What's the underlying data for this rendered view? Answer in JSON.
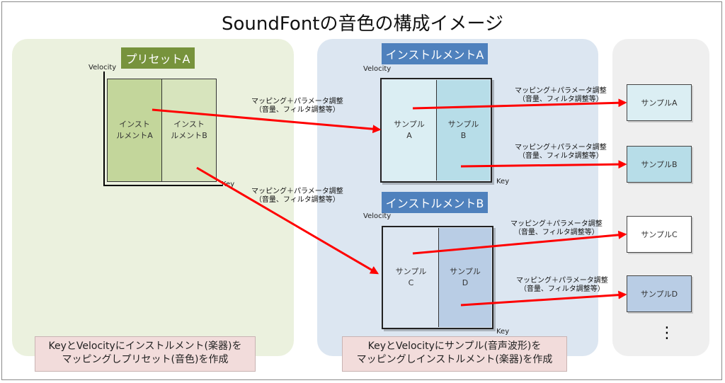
{
  "title": "SoundFontの音色の構成イメージ",
  "preset": {
    "header": "プリセットA",
    "velocity_label": "Velocity",
    "key_label": "Key",
    "zone_a": [
      "インスト",
      "ルメントA"
    ],
    "zone_b": [
      "インスト",
      "ルメントB"
    ],
    "note": [
      "KeyとVelocityにインストルメント(楽器)を",
      "マッピングしプリセット(音色)を作成"
    ]
  },
  "instrument_a": {
    "header": "インストルメントA",
    "velocity_label": "Velocity",
    "key_label": "Key",
    "zone_a": [
      "サンプル",
      "A"
    ],
    "zone_b": [
      "サンプル",
      "B"
    ]
  },
  "instrument_b": {
    "header": "インストルメントB",
    "velocity_label": "Velocity",
    "key_label": "Key",
    "zone_c": [
      "サンプル",
      "C"
    ],
    "zone_d": [
      "サンプル",
      "D"
    ]
  },
  "instrument_note": [
    "KeyとVelocityにサンプル(音声波形)を",
    "マッピングしインストルメント(楽器)を作成"
  ],
  "arrow_label": [
    "マッピング＋パラメータ調整",
    "（音量、フィルタ調整等）"
  ],
  "samples": [
    "サンプルA",
    "サンプルB",
    "サンプルC",
    "サンプルD"
  ],
  "more": "⋮",
  "colors": {
    "preset_panel": "#ebf1de",
    "instrument_panel": "#dce6f1",
    "sample_panel": "#efefef",
    "preset_header": "#77933c",
    "instrument_header": "#4f81bd",
    "arrow": "#ff0000",
    "note": "#f2dcdb"
  }
}
